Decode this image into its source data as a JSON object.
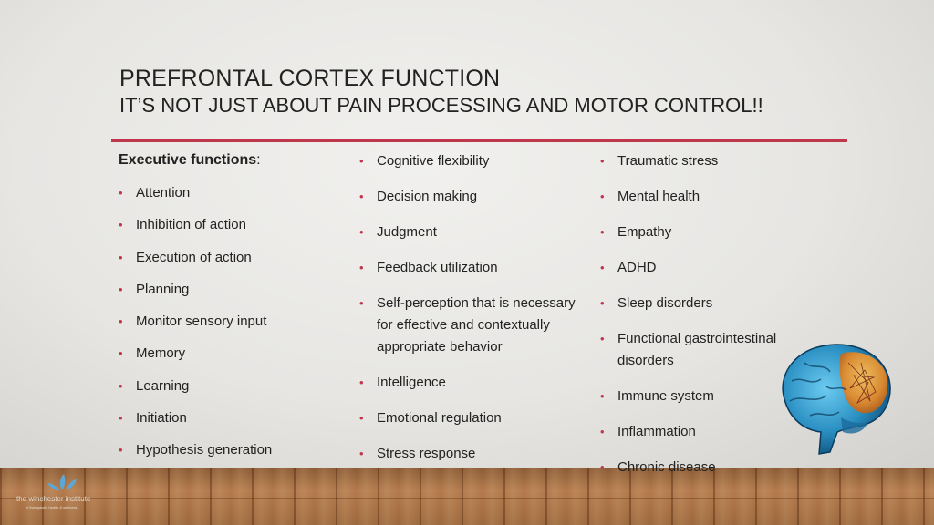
{
  "title": {
    "line1": "PREFRONTAL CORTEX FUNCTION",
    "line2": "IT’S NOT JUST ABOUT PAIN PROCESSING AND MOTOR CONTROL!!"
  },
  "column1": {
    "heading": "Executive functions",
    "heading_suffix": ":",
    "items": [
      "Attention",
      "Inhibition of action",
      "Execution of action",
      "Planning",
      "Monitor sensory input",
      "Memory",
      "Learning",
      "Initiation",
      "Hypothesis generation"
    ]
  },
  "column2": {
    "items": [
      "Cognitive flexibility",
      "Decision making",
      "Judgment",
      "Feedback utilization",
      "Self-perception that is necessary for effective and contextually appropriate behavior",
      "Intelligence",
      "Emotional regulation",
      "Stress response"
    ]
  },
  "column3": {
    "items": [
      "Traumatic stress",
      "Mental health",
      "Empathy",
      "ADHD",
      "Sleep disorders",
      "Functional gastrointestinal disorders",
      "Immune system",
      "Inflammation",
      "Chronic disease"
    ]
  },
  "logo": {
    "name": "the winchester institute",
    "tagline": "of therapeutic health & wellness"
  },
  "colors": {
    "accent": "#c0364a",
    "text": "#222222",
    "brain_blue": "#2a8fc2",
    "brain_orange": "#e2892a"
  },
  "icons": {
    "brain": "brain-illustration",
    "logo_mark": "lotus-logo-icon"
  }
}
